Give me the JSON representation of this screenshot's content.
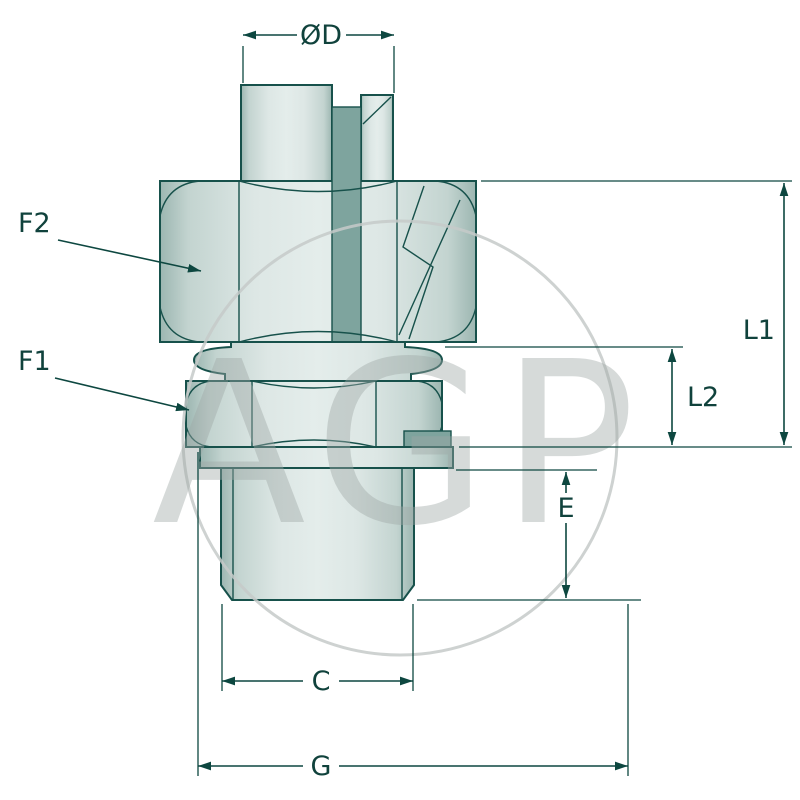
{
  "diagram": {
    "watermark_text": "AGP",
    "dimensions": {
      "od_label": "ØD",
      "f2_label": "F2",
      "f1_label": "F1",
      "l1_label": "L1",
      "l2_label": "L2",
      "e_label": "E",
      "c_label": "C",
      "g_label": "G"
    },
    "colors": {
      "line": "#17514b",
      "dimension": "#0d4740",
      "text": "#10423c",
      "fill_light": "#e4edeb",
      "fill_mid": "#c3d4d0",
      "fill_edge": "#9cb6b1",
      "fill_dark": "#7ea49e",
      "watermark": "#9fa8a6",
      "background": "#ffffff"
    }
  }
}
